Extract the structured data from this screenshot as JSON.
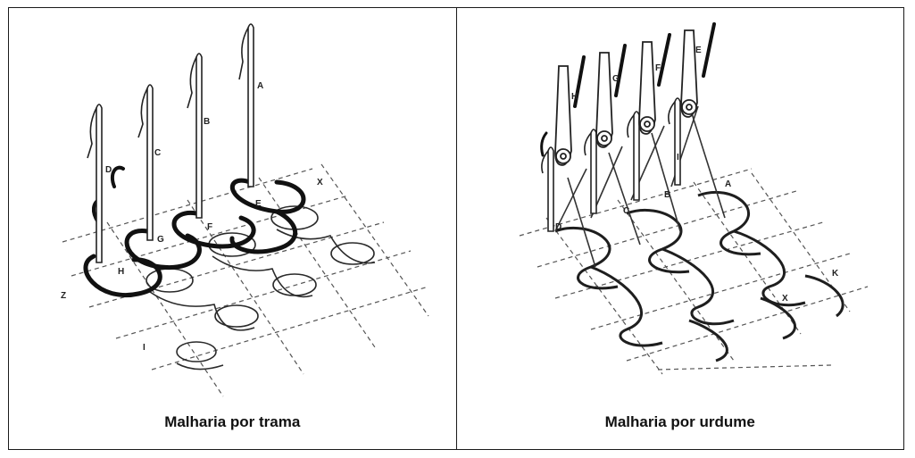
{
  "weft": {
    "caption": "Malharia por trama",
    "needle_labels": [
      "A",
      "B",
      "C",
      "D",
      "E",
      "F",
      "G",
      "H",
      "I",
      "X",
      "Z"
    ]
  },
  "warp": {
    "caption": "Malharia por urdume",
    "needle_labels": [
      "A",
      "B",
      "C",
      "D",
      "E",
      "F",
      "G",
      "H",
      "I",
      "K",
      "X"
    ]
  },
  "colors": {
    "ink": "#1a1a1a",
    "grid": "#555555"
  }
}
